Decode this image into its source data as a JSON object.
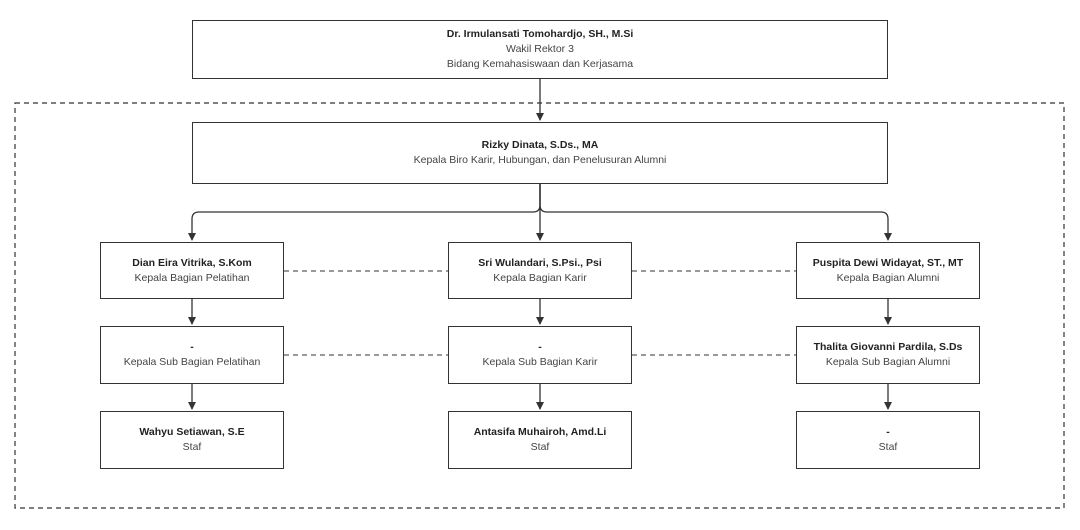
{
  "diagram_type": "organization-chart",
  "colors": {
    "line": "#333333",
    "background": "#ffffff",
    "text": "#333333"
  },
  "top": {
    "name": "Dr. Irmulansati Tomohardjo, SH., M.Si",
    "role_line1": "Wakil Rektor 3",
    "role_line2": "Bidang Kemahasiswaan dan Kerjasama"
  },
  "head": {
    "name": "Rizky Dinata, S.Ds., MA",
    "role": "Kepala Biro Karir, Hubungan, dan Penelusuran Alumni"
  },
  "columns": [
    {
      "kabag": {
        "name": "Dian Eira Vitrika, S.Kom",
        "role": "Kepala Bagian Pelatihan"
      },
      "kasubag": {
        "name": "-",
        "role": "Kepala Sub Bagian Pelatihan"
      },
      "staf": {
        "name": "Wahyu Setiawan, S.E",
        "role": "Staf"
      }
    },
    {
      "kabag": {
        "name": "Sri Wulandari, S.Psi., Psi",
        "role": "Kepala Bagian Karir"
      },
      "kasubag": {
        "name": "-",
        "role": "Kepala Sub Bagian Karir"
      },
      "staf": {
        "name": "Antasifa Muhairoh, Amd.Li",
        "role": "Staf"
      }
    },
    {
      "kabag": {
        "name": "Puspita Dewi Widayat, ST., MT",
        "role": "Kepala Bagian Alumni"
      },
      "kasubag": {
        "name": "Thalita Giovanni Pardila, S.Ds",
        "role": "Kepala Sub Bagian Alumni"
      },
      "staf": {
        "name": "-",
        "role": "Staf"
      }
    }
  ]
}
